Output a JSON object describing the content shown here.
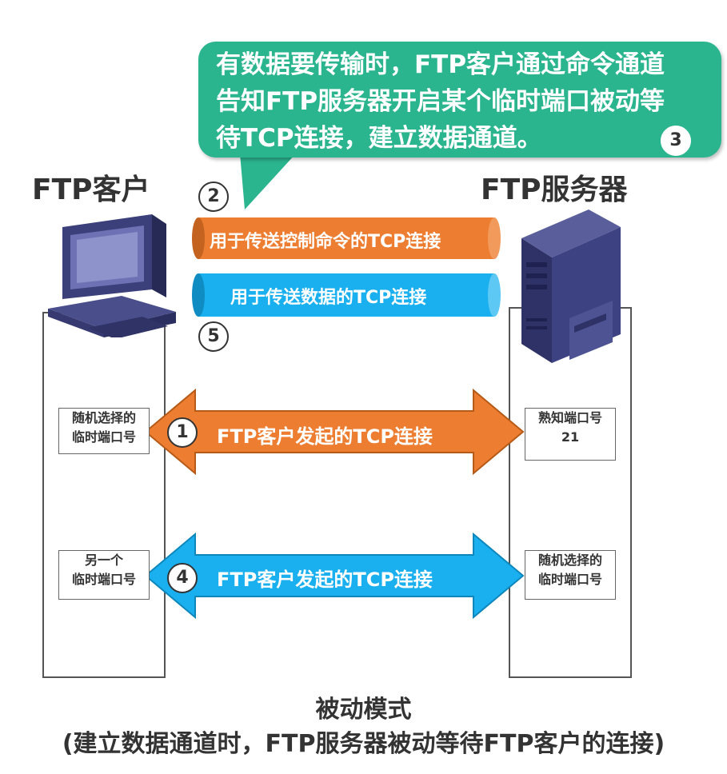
{
  "callout": {
    "lines": [
      "有数据要传输时，FTP客户通过命令通道",
      "告知FTP服务器开启某个临时端口被动等",
      "待TCP连接，建立数据通道。"
    ],
    "step": "3",
    "color": "#2bb58f"
  },
  "client": {
    "title": "FTP客户",
    "port1": [
      "随机选择的",
      "临时端口号"
    ],
    "port2": [
      "另一个",
      "临时端口号"
    ]
  },
  "server": {
    "title": "FTP服务器",
    "port1": [
      "熟知端口号",
      "21"
    ],
    "port2": [
      "随机选择的",
      "临时端口号"
    ]
  },
  "pipes": {
    "control": {
      "label": "用于传送控制命令的TCP连接",
      "step": "2",
      "color": "#ed7d31"
    },
    "data": {
      "label": "用于传送数据的TCP连接",
      "step": "5",
      "color": "#1ab0ef"
    }
  },
  "arrows": {
    "first": {
      "label": "FTP客户发起的TCP连接",
      "step": "1",
      "color": "#ed7d31"
    },
    "second": {
      "label": "FTP客户发起的TCP连接",
      "step": "4",
      "color": "#1ab0ef"
    }
  },
  "caption": {
    "line1": "被动模式",
    "line2": "(建立数据通道时，FTP服务器被动等待FTP客户的连接)"
  }
}
